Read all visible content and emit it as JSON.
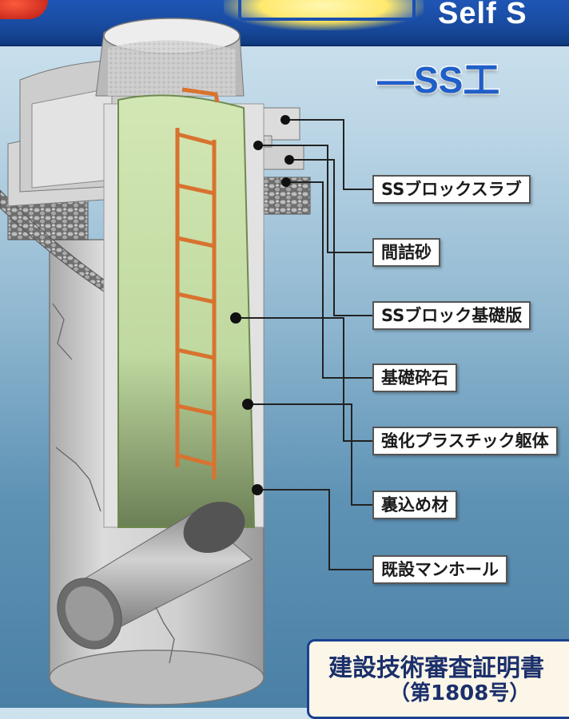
{
  "banner": {
    "title_fragment": "Self S"
  },
  "subtitle": "―SS工",
  "labels": [
    "SSブロックスラブ",
    "間詰砂",
    "SSブロック基礎版",
    "基礎砕石",
    "強化プラスチック躯体",
    "裏込め材",
    "既設マンホール"
  ],
  "certificate": {
    "title": "建設技術審査証明書",
    "number": "（第1808号）"
  },
  "colors": {
    "banner_blue": "#1b4fb0",
    "frp_green": "#c7dfa8",
    "ladder_orange": "#e07a3c",
    "concrete_gray": "#c9c9c9"
  }
}
